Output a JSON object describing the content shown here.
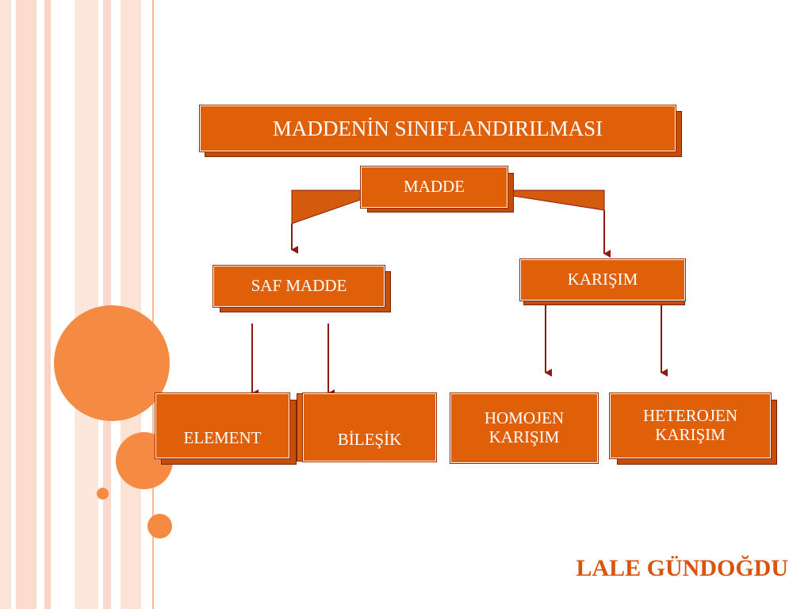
{
  "diagram": {
    "title": "MADDENİN SINIFLANDIRILMASI",
    "root": "MADDE",
    "level1": {
      "left": "SAF MADDE",
      "right": "KARIŞIM"
    },
    "level2": {
      "element": "ELEMENT",
      "bilesik": "BİLEŞİK",
      "homojen": "HOMOJEN KARIŞIM",
      "heterojen": "HETEROJEN KARIŞIM"
    }
  },
  "footer": {
    "author": "LALE GÜNDOĞDU"
  },
  "colors": {
    "box_fill": "#e0600a",
    "box_shadow": "#c44d0a",
    "arrow": "#8b1a10",
    "accent_circle": "#f58a42",
    "author_text": "#d9540f",
    "stripe": "#fbd9cc"
  }
}
